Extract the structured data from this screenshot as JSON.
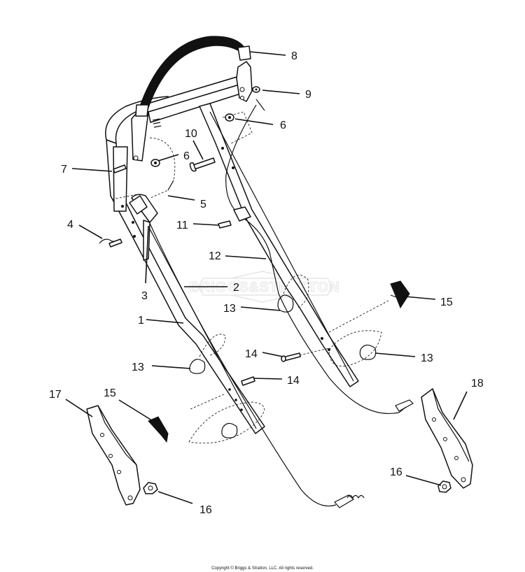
{
  "callouts": [
    {
      "id": "c8",
      "number": "8"
    },
    {
      "id": "c9",
      "number": "9"
    },
    {
      "id": "c6a",
      "number": "6"
    },
    {
      "id": "c10",
      "number": "10"
    },
    {
      "id": "c6b",
      "number": "6"
    },
    {
      "id": "c7",
      "number": "7"
    },
    {
      "id": "c5",
      "number": "5"
    },
    {
      "id": "c4",
      "number": "4"
    },
    {
      "id": "c11",
      "number": "11"
    },
    {
      "id": "c12",
      "number": "12"
    },
    {
      "id": "c3",
      "number": "3"
    },
    {
      "id": "c2",
      "number": "2"
    },
    {
      "id": "c15a",
      "number": "15"
    },
    {
      "id": "c13a",
      "number": "13"
    },
    {
      "id": "c1",
      "number": "1"
    },
    {
      "id": "c14a",
      "number": "14"
    },
    {
      "id": "c13b",
      "number": "13"
    },
    {
      "id": "c13c",
      "number": "13"
    },
    {
      "id": "c14b",
      "number": "14"
    },
    {
      "id": "c18",
      "number": "18"
    },
    {
      "id": "c17",
      "number": "17"
    },
    {
      "id": "c15b",
      "number": "15"
    },
    {
      "id": "c16a",
      "number": "16"
    },
    {
      "id": "c16b",
      "number": "16"
    }
  ],
  "watermark": "BRIGGS&STRATTON",
  "copyright": "Copyright © Briggs & Stratton, LLC. All rights reserved."
}
